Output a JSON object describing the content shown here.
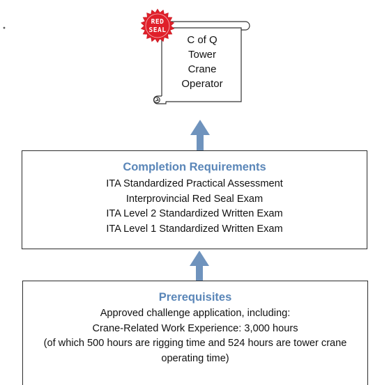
{
  "certificate": {
    "seal_text": "RED SEAL",
    "seal_color": "#e0202a",
    "title_lines": [
      "C of Q",
      "Tower",
      "Crane",
      "Operator"
    ]
  },
  "completion": {
    "heading": "Completion Requirements",
    "items": [
      "ITA Standardized Practical Assessment",
      "Interprovincial Red Seal Exam",
      "ITA Level 2 Standardized Written Exam",
      "ITA Level 1 Standardized  Written Exam"
    ]
  },
  "prerequisites": {
    "heading": "Prerequisites",
    "items": [
      "Approved challenge application, including:",
      "Crane-Related Work Experience: 3,000 hours",
      "(of which 500 hours are rigging time and 524 hours are tower crane operating time)"
    ]
  },
  "colors": {
    "heading": "#5a86b8",
    "arrow": "#6f93bd",
    "border": "#2b2b2b"
  }
}
